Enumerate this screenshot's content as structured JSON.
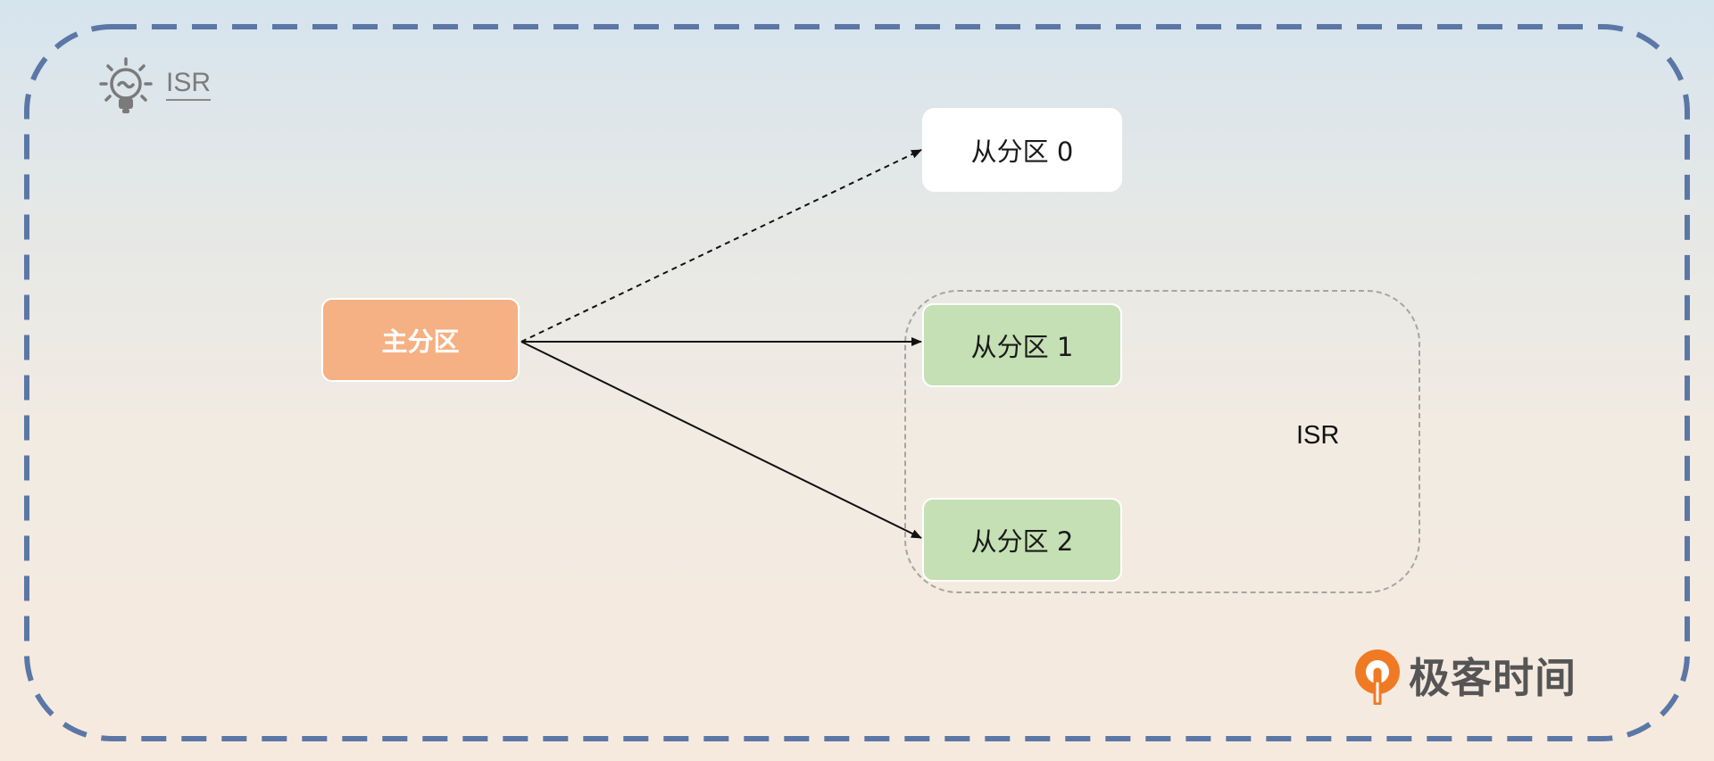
{
  "header": {
    "title": "ISR",
    "icon": "lightbulb-icon"
  },
  "nodes": {
    "master": "主分区",
    "follower_0": "从分区 0",
    "follower_1": "从分区 1",
    "follower_2": "从分区 2"
  },
  "isr_group": {
    "label": "ISR"
  },
  "logo": {
    "text": "极客时间",
    "icon": "geektime-logo-icon"
  },
  "colors": {
    "frame": "#5b77a6",
    "master_fill": "#f5b083",
    "follower_isr_fill": "#c5e0b4",
    "follower_out_fill": "#ffffff",
    "logo_orange": "#f07a24"
  }
}
